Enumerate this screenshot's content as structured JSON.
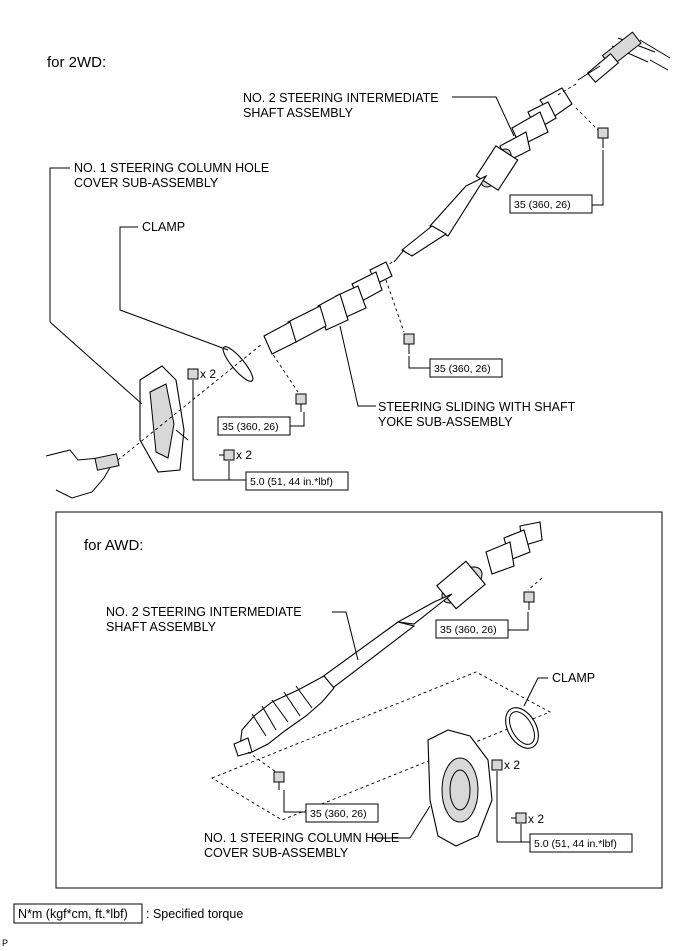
{
  "sections": {
    "two_wd": {
      "title": "for 2WD:",
      "labels": {
        "intermediate_shaft_line1": "NO. 2 STEERING INTERMEDIATE",
        "intermediate_shaft_line2": "SHAFT ASSEMBLY",
        "hole_cover_line1": "NO. 1 STEERING COLUMN HOLE",
        "hole_cover_line2": "COVER SUB-ASSEMBLY",
        "clamp": "CLAMP",
        "sliding_yoke_line1": "STEERING SLIDING WITH SHAFT",
        "sliding_yoke_line2": "YOKE SUB-ASSEMBLY"
      },
      "torques": {
        "upper_bolt": "35 (360, 26)",
        "yoke_bolt": "35 (360, 26)",
        "lower_bolt": "35 (360, 26)",
        "cover_bolt": "5.0 (51, 44 in.*lbf)"
      },
      "quantities": {
        "nut": "x 2",
        "bolt": "x 2"
      }
    },
    "awd": {
      "title": "for AWD:",
      "labels": {
        "intermediate_shaft_line1": "NO. 2 STEERING INTERMEDIATE",
        "intermediate_shaft_line2": "SHAFT ASSEMBLY",
        "clamp": "CLAMP",
        "hole_cover_line1": "NO. 1 STEERING COLUMN HOLE",
        "hole_cover_line2": "COVER SUB-ASSEMBLY"
      },
      "torques": {
        "upper_bolt": "35 (360, 26)",
        "lower_bolt": "35 (360, 26)",
        "cover_bolt": "5.0 (51, 44 in.*lbf)"
      },
      "quantities": {
        "nut": "x 2",
        "bolt": "x 2"
      }
    }
  },
  "legend": {
    "unit_box": "N*m (kgf*cm, ft.*lbf)",
    "description": ": Specified torque"
  },
  "corner_mark": "P"
}
